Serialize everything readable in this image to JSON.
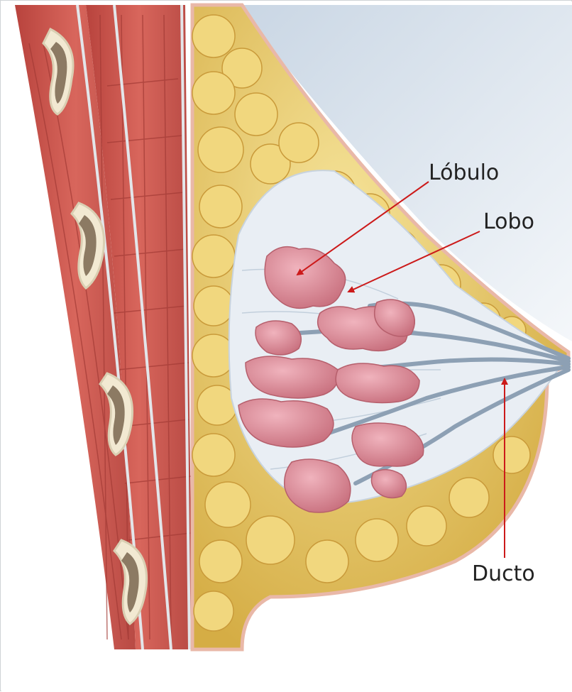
{
  "labels": {
    "lobulo": "Lóbulo",
    "lobo": "Lobo",
    "ducto": "Ducto"
  },
  "colors": {
    "leader_line": "#cc1a1a",
    "fat": "#e6c766",
    "lobule_pink": "#d9899a",
    "muscle": "#c9574f",
    "duct": "#8da0b4",
    "background_sky": "#dde6ef"
  }
}
